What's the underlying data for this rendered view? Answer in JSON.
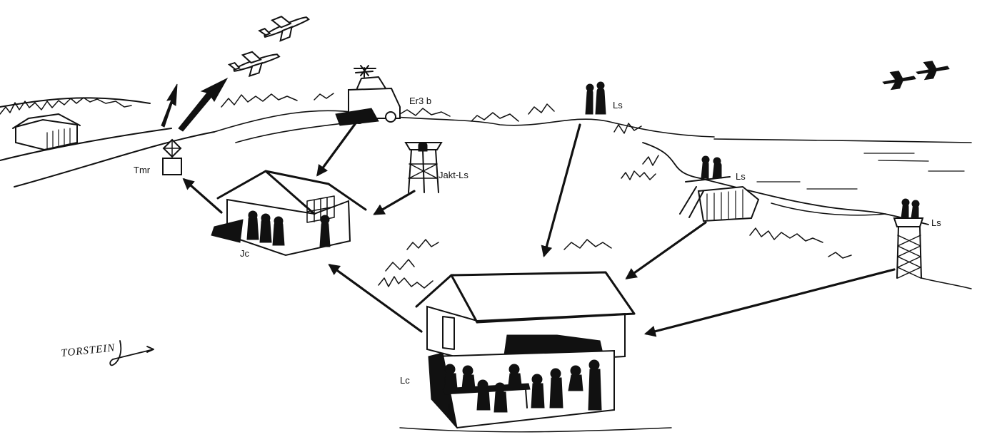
{
  "labels": {
    "radar": "Er3 b",
    "ls_hill": "Ls",
    "ls_shore": "Ls",
    "ls_tower": "Ls",
    "jakt_ls": "Jakt-Ls",
    "tmr": "Tmr",
    "jc": "Jc",
    "lc": "Lc"
  },
  "signature": "TORSTEIN",
  "colors": {
    "ink": "#111111",
    "paper": "#ffffff"
  }
}
